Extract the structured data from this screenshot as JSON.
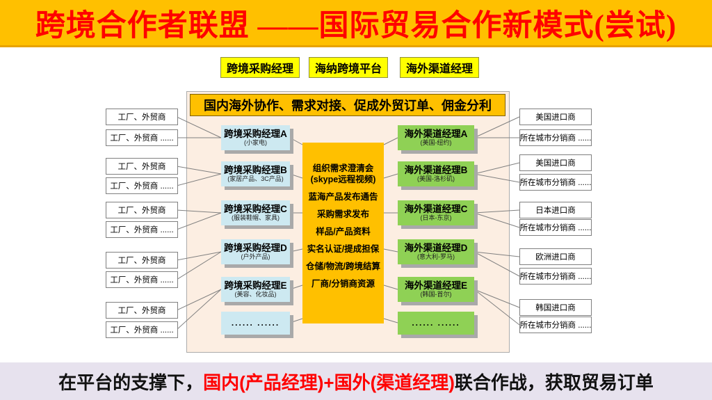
{
  "banner": {
    "title": "跨境合作者联盟 ——国际贸易合作新模式(尝试)"
  },
  "top_tags": {
    "purchase": "跨境采购经理",
    "platform": "海纳跨境平台",
    "channel": "海外渠道经理"
  },
  "diagram": {
    "header": "国内海外协作、需求对接、促成外贸订单、佣金分利",
    "left_suppliers": [
      {
        "a": "工厂、外贸商",
        "b": "工厂、外贸商 ......"
      },
      {
        "a": "工厂、外贸商",
        "b": "工厂、外贸商 ......"
      },
      {
        "a": "工厂、外贸商",
        "b": "工厂、外贸商 ......"
      },
      {
        "a": "工厂、外贸商",
        "b": "工厂、外贸商 ......"
      },
      {
        "a": "工厂、外贸商",
        "b": "工厂、外贸商 ......"
      }
    ],
    "purchase_managers": [
      {
        "title": "跨境采购经理A",
        "subtitle": "(小家电)"
      },
      {
        "title": "跨境采购经理B",
        "subtitle": "(家居产品、3C产品)"
      },
      {
        "title": "跨境采购经理C",
        "subtitle": "(服装鞋帽、家具)"
      },
      {
        "title": "跨境采购经理D",
        "subtitle": "(户外产品)"
      },
      {
        "title": "跨境采购经理E",
        "subtitle": "(美容、化妆品)"
      },
      {
        "title": "...... ......",
        "subtitle": ""
      }
    ],
    "platform_services": [
      "组织需求澄清会",
      "(skype远程视频)",
      "蓝海产品发布通告",
      "采购需求发布",
      "样品/产品资料",
      "实名认证/提成担保",
      "仓储/物流/跨境结算",
      "厂商/分销商资源"
    ],
    "channel_managers": [
      {
        "title": "海外渠道经理A",
        "subtitle": "(美国-纽约)"
      },
      {
        "title": "海外渠道经理B",
        "subtitle": "(美国-洛杉矶)"
      },
      {
        "title": "海外渠道经理C",
        "subtitle": "(日本-东京)"
      },
      {
        "title": "海外渠道经理D",
        "subtitle": "(意大利-罗马)"
      },
      {
        "title": "海外渠道经理E",
        "subtitle": "(韩国-首尔)"
      },
      {
        "title": "...... ......",
        "subtitle": ""
      }
    ],
    "right_importers": [
      {
        "a": "美国进口商",
        "b": "所在城市分销商 ......"
      },
      {
        "a": "美国进口商",
        "b": "所在城市分销商 ......"
      },
      {
        "a": "日本进口商",
        "b": "所在城市分销商 ......"
      },
      {
        "a": "欧洲进口商",
        "b": "所在城市分销商 ......"
      },
      {
        "a": "韩国进口商",
        "b": "所在城市分销商 ......"
      }
    ]
  },
  "footer": {
    "prefix": "在平台的支撑下，",
    "highlight": "国内(产品经理)+国外(渠道经理)",
    "suffix": " 联合作战，获取贸易订单"
  },
  "colors": {
    "banner_bg": "#FFC000",
    "title_red": "#FF0000",
    "tag_yellow": "#FFFF00",
    "diagram_bg": "#FCEEE2",
    "purchase_blue": "#CDE9F1",
    "channel_green": "#8FD155",
    "platform_orange": "#FFC000",
    "footer_bg": "#E7E2EE"
  }
}
